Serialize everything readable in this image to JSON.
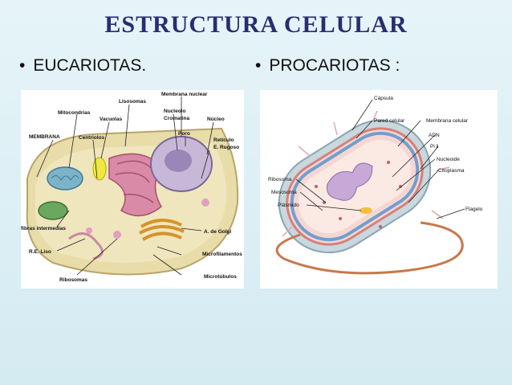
{
  "title": "ESTRUCTURA CELULAR",
  "bullets": [
    {
      "symbol": "•",
      "text": "EUCARIOTAS."
    },
    {
      "symbol": "•",
      "text": "PROCARIOTAS :"
    }
  ],
  "eukaryote": {
    "labels": {
      "lisosomas": "Lisosomas",
      "membrana_nuclear": "Membrana nuclear",
      "mitocondrias": "Mitocondrias",
      "vacuolas": "Vacuolas",
      "nucleolo": "Nucleolo",
      "cromatina": "Cromatina",
      "nucleo": "Núcleo",
      "poro": "Poro",
      "membrana": "MEMBRANA",
      "centriolos": "Centriolos",
      "reticulo": "Retículo",
      "e_rugoso": "E. Rugoso",
      "fibras": "fibras intermedias",
      "golgi": "A. de Golgi",
      "re_liso": "R.E. Liso",
      "microfilamentos": "Microfilamentos",
      "ribosomas": "Ribosomas",
      "microtubulos": "Microtúbulos"
    }
  },
  "prokaryote": {
    "labels": {
      "capsula": "Cápsula",
      "pared": "Pared celular",
      "membrana": "Membrana celular",
      "adn": "ADN",
      "pili": "Pi li",
      "nucleoide": "Nucleoide",
      "citoplasma": "Citoplasma",
      "ribosoma": "Ribosoma",
      "mesosoma": "Mesosoma",
      "plasmido": "Plásmido",
      "flagelo": "Flagelo"
    }
  }
}
